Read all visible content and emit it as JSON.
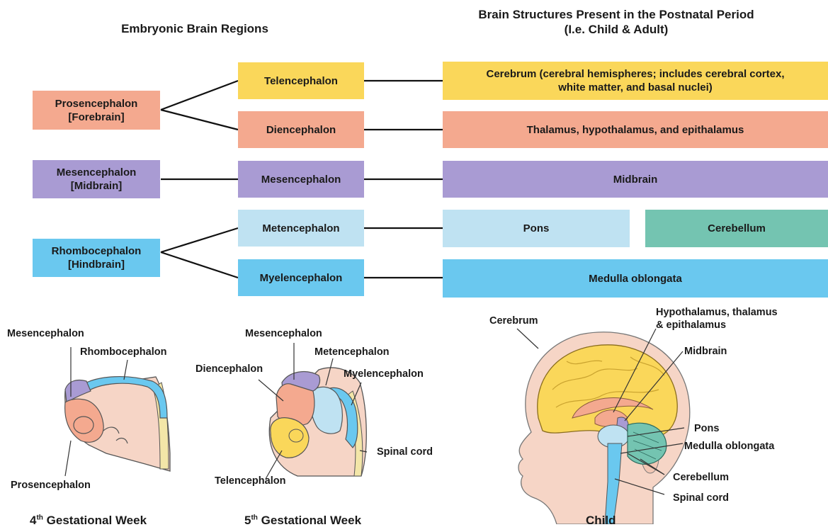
{
  "headers": {
    "embryonic": "Embryonic Brain Regions",
    "postnatal": "Brain Structures Present in the Postnatal Period\n(I.e. Child & Adult)"
  },
  "primary_regions": {
    "prosencephalon": "Prosencephalon\n[Forebrain]",
    "mesencephalon": "Mesencephalon\n[Midbrain]",
    "rhombencephalon": "Rhombocephalon\n[Hindbrain]"
  },
  "secondary_regions": {
    "telencephalon": "Telencephalon",
    "diencephalon": "Diencephalon",
    "mesencephalon": "Mesencephalon",
    "metencephalon": "Metencephalon",
    "myelencephalon": "Myelencephalon"
  },
  "postnatal_structures": {
    "cerebrum": "Cerebrum (cerebral hemispheres; includes cerebral cortex,\nwhite matter, and basal nuclei)",
    "thalamus": "Thalamus, hypothalamus, and epithalamus",
    "midbrain": "Midbrain",
    "pons": "Pons",
    "cerebellum": "Cerebellum",
    "medulla": "Medulla oblongata"
  },
  "week4_labels": {
    "mesencephalon": "Mesencephalon",
    "rhombocephalon": "Rhombocephalon",
    "prosencephalon": "Prosencephalon"
  },
  "week5_labels": {
    "mesencephalon": "Mesencephalon",
    "metencephalon": "Metencephalon",
    "diencephalon": "Diencephalon",
    "myelencephalon": "Myelencephalon",
    "spinal_cord": "Spinal cord",
    "telencephalon": "Telencephalon"
  },
  "child_labels": {
    "cerebrum": "Cerebrum",
    "hypothalamus": "Hypothalamus, thalamus\n& epithalamus",
    "midbrain": "Midbrain",
    "pons": "Pons",
    "medulla": "Medulla oblongata",
    "cerebellum": "Cerebellum",
    "spinal_cord": "Spinal cord"
  },
  "captions": {
    "week4_num": "4",
    "week4_sup": "th",
    "week4_text": " Gestational Week",
    "week5_num": "5",
    "week5_sup": "th",
    "week5_text": " Gestational Week",
    "child": "Child"
  },
  "colors": {
    "prosencephalon_orange": "#f4a98f",
    "mesencephalon_purple": "#a99bd3",
    "rhombencephalon_blue": "#6ac8ef",
    "telencephalon_yellow": "#fad75a",
    "pons_lightblue": "#bfe2f2",
    "cerebellum_teal": "#74c4b1"
  }
}
